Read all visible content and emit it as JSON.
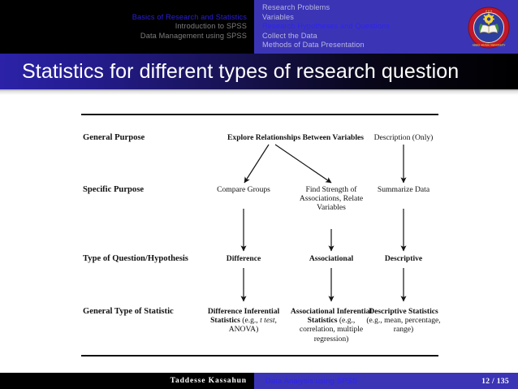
{
  "nav": {
    "left_items": [
      {
        "label": "Basics of Research and Statistics",
        "active": true
      },
      {
        "label": "Introduction to SPSS",
        "active": false
      },
      {
        "label": "Data Management using SPSS",
        "active": false
      }
    ],
    "right_items": [
      {
        "label": "Research Problems",
        "active": false
      },
      {
        "label": "Variables",
        "active": false
      },
      {
        "label": "Research Hypotheses and Questions",
        "active": true
      },
      {
        "label": "Collect the Data",
        "active": false
      },
      {
        "label": "Methods of Data Presentation",
        "active": false
      }
    ],
    "logo": "addis-ababa-university-seal"
  },
  "title": "Statistics for different types of research question",
  "figure": {
    "row_labels": [
      "General Purpose",
      "Specific Purpose",
      "Type of Question/Hypothesis",
      "General Type of Statistic"
    ],
    "general_purpose": [
      "Explore Relationships Between Variables",
      "Description (Only)"
    ],
    "specific_purpose": [
      "Compare Groups",
      "Find Strength of Associations, Relate Variables",
      "Summarize Data"
    ],
    "question_type": [
      "Difference",
      "Associational",
      "Descriptive"
    ],
    "statistic_type": [
      {
        "head": "Difference Inferential Statistics",
        "detail": "(e.g., t test, ANOVA)",
        "italic": "t test"
      },
      {
        "head": "Associational Inferential Statistics",
        "detail": "(e.g., correlation, multiple regression)"
      },
      {
        "head": "Descriptive Statistics",
        "detail": "(e.g., mean, percentage, range)"
      }
    ]
  },
  "footer": {
    "author": "Taddesse Kassahun",
    "document": "Data Analysis using SPSS",
    "page": "12 / 135"
  },
  "colors": {
    "nav_blue": "#3b35b5",
    "accent_blue": "#2f23f0",
    "black": "#000000"
  }
}
